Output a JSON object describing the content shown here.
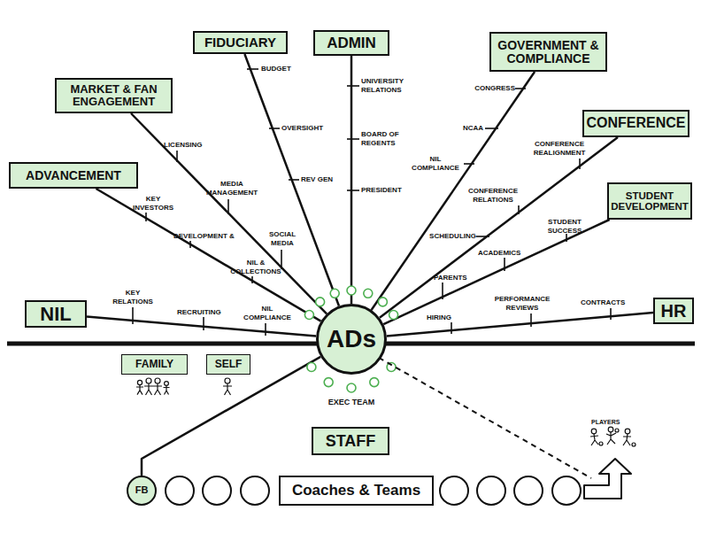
{
  "diagram": {
    "nodes": [
      {
        "text": [
          "FIDUCIARY"
        ]
      },
      {
        "text": [
          "ADMIN"
        ]
      },
      {
        "text": [
          "GOVERNMENT & COMPLIANCE"
        ]
      },
      {
        "text": [
          "MARKET & FAN ENGAGEMENT"
        ]
      },
      {
        "text": [
          "CONFERENCE"
        ]
      },
      {
        "text": [
          "ADVANCEMENT"
        ]
      },
      {
        "text": [
          "STUDENT DEVELOPMENT"
        ]
      },
      {
        "text": [
          "NIL"
        ]
      },
      {
        "text": [
          "ADs"
        ]
      },
      {
        "text": [
          "HR"
        ]
      },
      {
        "text": [
          "FAMILY"
        ]
      },
      {
        "text": [
          "SELF"
        ]
      },
      {
        "text": [
          "STAFF"
        ]
      },
      {
        "text": [
          "FB"
        ]
      },
      {
        "text": [
          "Coaches & Teams"
        ]
      }
    ],
    "edges": [
      {
        "from": 8,
        "to": 0,
        "arrow": "none"
      },
      {
        "from": 8,
        "to": 1,
        "arrow": "none"
      },
      {
        "from": 8,
        "to": 2,
        "arrow": "none"
      },
      {
        "from": 8,
        "to": 3,
        "arrow": "none"
      },
      {
        "from": 8,
        "to": 4,
        "arrow": "none"
      },
      {
        "from": 8,
        "to": 5,
        "arrow": "none"
      },
      {
        "from": 8,
        "to": 6,
        "arrow": "none"
      },
      {
        "from": 8,
        "to": 7,
        "arrow": "none"
      },
      {
        "from": 8,
        "to": 9,
        "arrow": "none"
      },
      {
        "from": 8,
        "to": 13,
        "arrow": "none"
      }
    ],
    "labels": [
      "BUDGET",
      "OVERSIGHT",
      "REV GEN",
      "UNIVERSITY RELATIONS",
      "BOARD OF REGENTS",
      "PRESIDENT",
      "CONGRESS",
      "NCAA",
      "NIL COMPLIANCE",
      "LICENSING",
      "MEDIA MANAGEMENT",
      "SOCIAL MEDIA",
      "CONFERENCE REALIGNMENT",
      "CONFERENCE RELATIONS",
      "KEY INVESTORS",
      "DEVELOPMENT &",
      "NIL & COLLECTIONS",
      "SCHEDULING",
      "STUDENT SUCCESS",
      "ACADEMICS",
      "PARENTS",
      "KEY RELATIONS",
      "RECRUITING",
      "NIL COMPLIANCE",
      "HIRING",
      "PERFORMANCE REVIEWS",
      "CONTRACTS",
      "EXEC TEAM",
      "PLAYERS"
    ]
  }
}
